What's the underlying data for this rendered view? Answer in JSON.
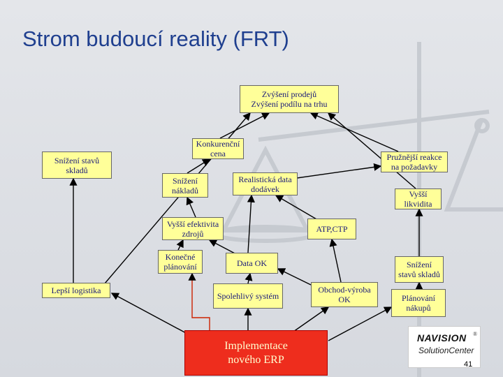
{
  "title": "Strom budoucí reality (FRT)",
  "nodes": {
    "zvyseni_prodeju": "Zvýšení prodejů\nZvýšení podílu na trhu",
    "snizeni_stavu_skladu_left": "Snížení stavů\nskladů",
    "konkurencni_cena": "Konkurenční\ncena",
    "pruznejsi_reakce": "Pružnější reakce\nna požadavky",
    "snizeni_nakladu": "Snížení\nnákladů",
    "realisticka_data": "Realistická data\ndodávek",
    "vyssi_likvidita": "Vyšší\nlikvidita",
    "vyssi_efektivita": "Vyšší efektivita\nzdrojů",
    "atp_ctp": "ATP,CTP",
    "konecne_planovani": "Konečné\nplánování",
    "data_ok": "Data OK",
    "snizeni_stavu_skladu_right": "Snížení\nstavů skladů",
    "lepsi_logistika": "Lepší logistika",
    "spolehlivy_system": "Spolehlivý systém",
    "obchod_vyroba": "Obchod-výroba\nOK",
    "planovani_nakupu": "Plánování\nnákupů",
    "implementace": "Implementace\nnového ERP"
  },
  "logo": {
    "brand": "NAVISION",
    "sub": "SolutionCenter",
    "mark": "®"
  },
  "page_number": "41",
  "colors": {
    "title": "#1f3f8f",
    "node_fill": "#ffff99",
    "root_fill": "#ee2d1d",
    "edge": "#000000",
    "root_edge": "#cc2200"
  }
}
